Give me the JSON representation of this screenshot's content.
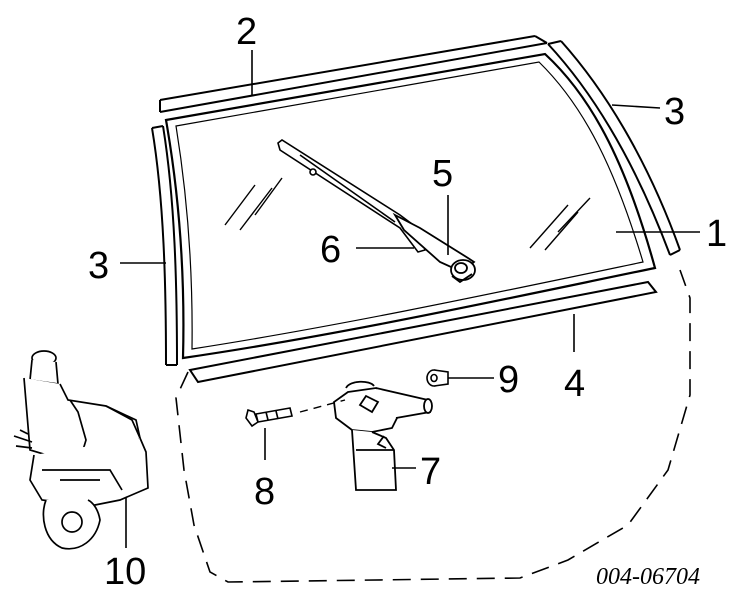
{
  "diagram": {
    "callouts": {
      "glass": "1",
      "upper_molding": "2",
      "side_molding_right": "3",
      "side_molding_left": "3",
      "lower_molding": "4",
      "wiper_arm": "5",
      "wiper_blade": "6",
      "wiper_motor": "7",
      "bolt": "8",
      "nut": "9",
      "washer_reservoir": "10"
    },
    "figure_code": "004-06704"
  }
}
